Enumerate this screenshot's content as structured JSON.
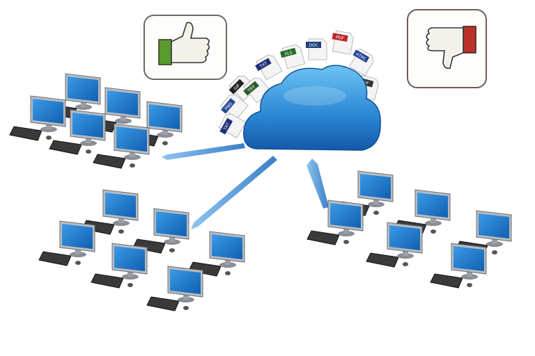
{
  "thumbs": {
    "up_color": "#5a9a2e",
    "down_color": "#b8322c"
  },
  "cloud": {
    "color": "#2f8fd8"
  },
  "files": [
    {
      "label": "TXT",
      "color": "#1e2f7a"
    },
    {
      "label": "XLS",
      "color": "#2a6a2a"
    },
    {
      "label": "DOC",
      "color": "#1e3f7a"
    },
    {
      "label": "PDF",
      "color": "#c0262b"
    },
    {
      "label": "HTML",
      "color": "#1e3f9a"
    },
    {
      "label": "GIF",
      "color": "#333333"
    },
    {
      "label": "GIF",
      "color": "#222222"
    },
    {
      "label": "TIFF",
      "color": "#2a5a2a"
    },
    {
      "label": "PNG",
      "color": "#2a4a9a"
    },
    {
      "label": "TXT",
      "color": "#1e2f7a"
    }
  ],
  "monitor_screen_color": "#1f78c8"
}
